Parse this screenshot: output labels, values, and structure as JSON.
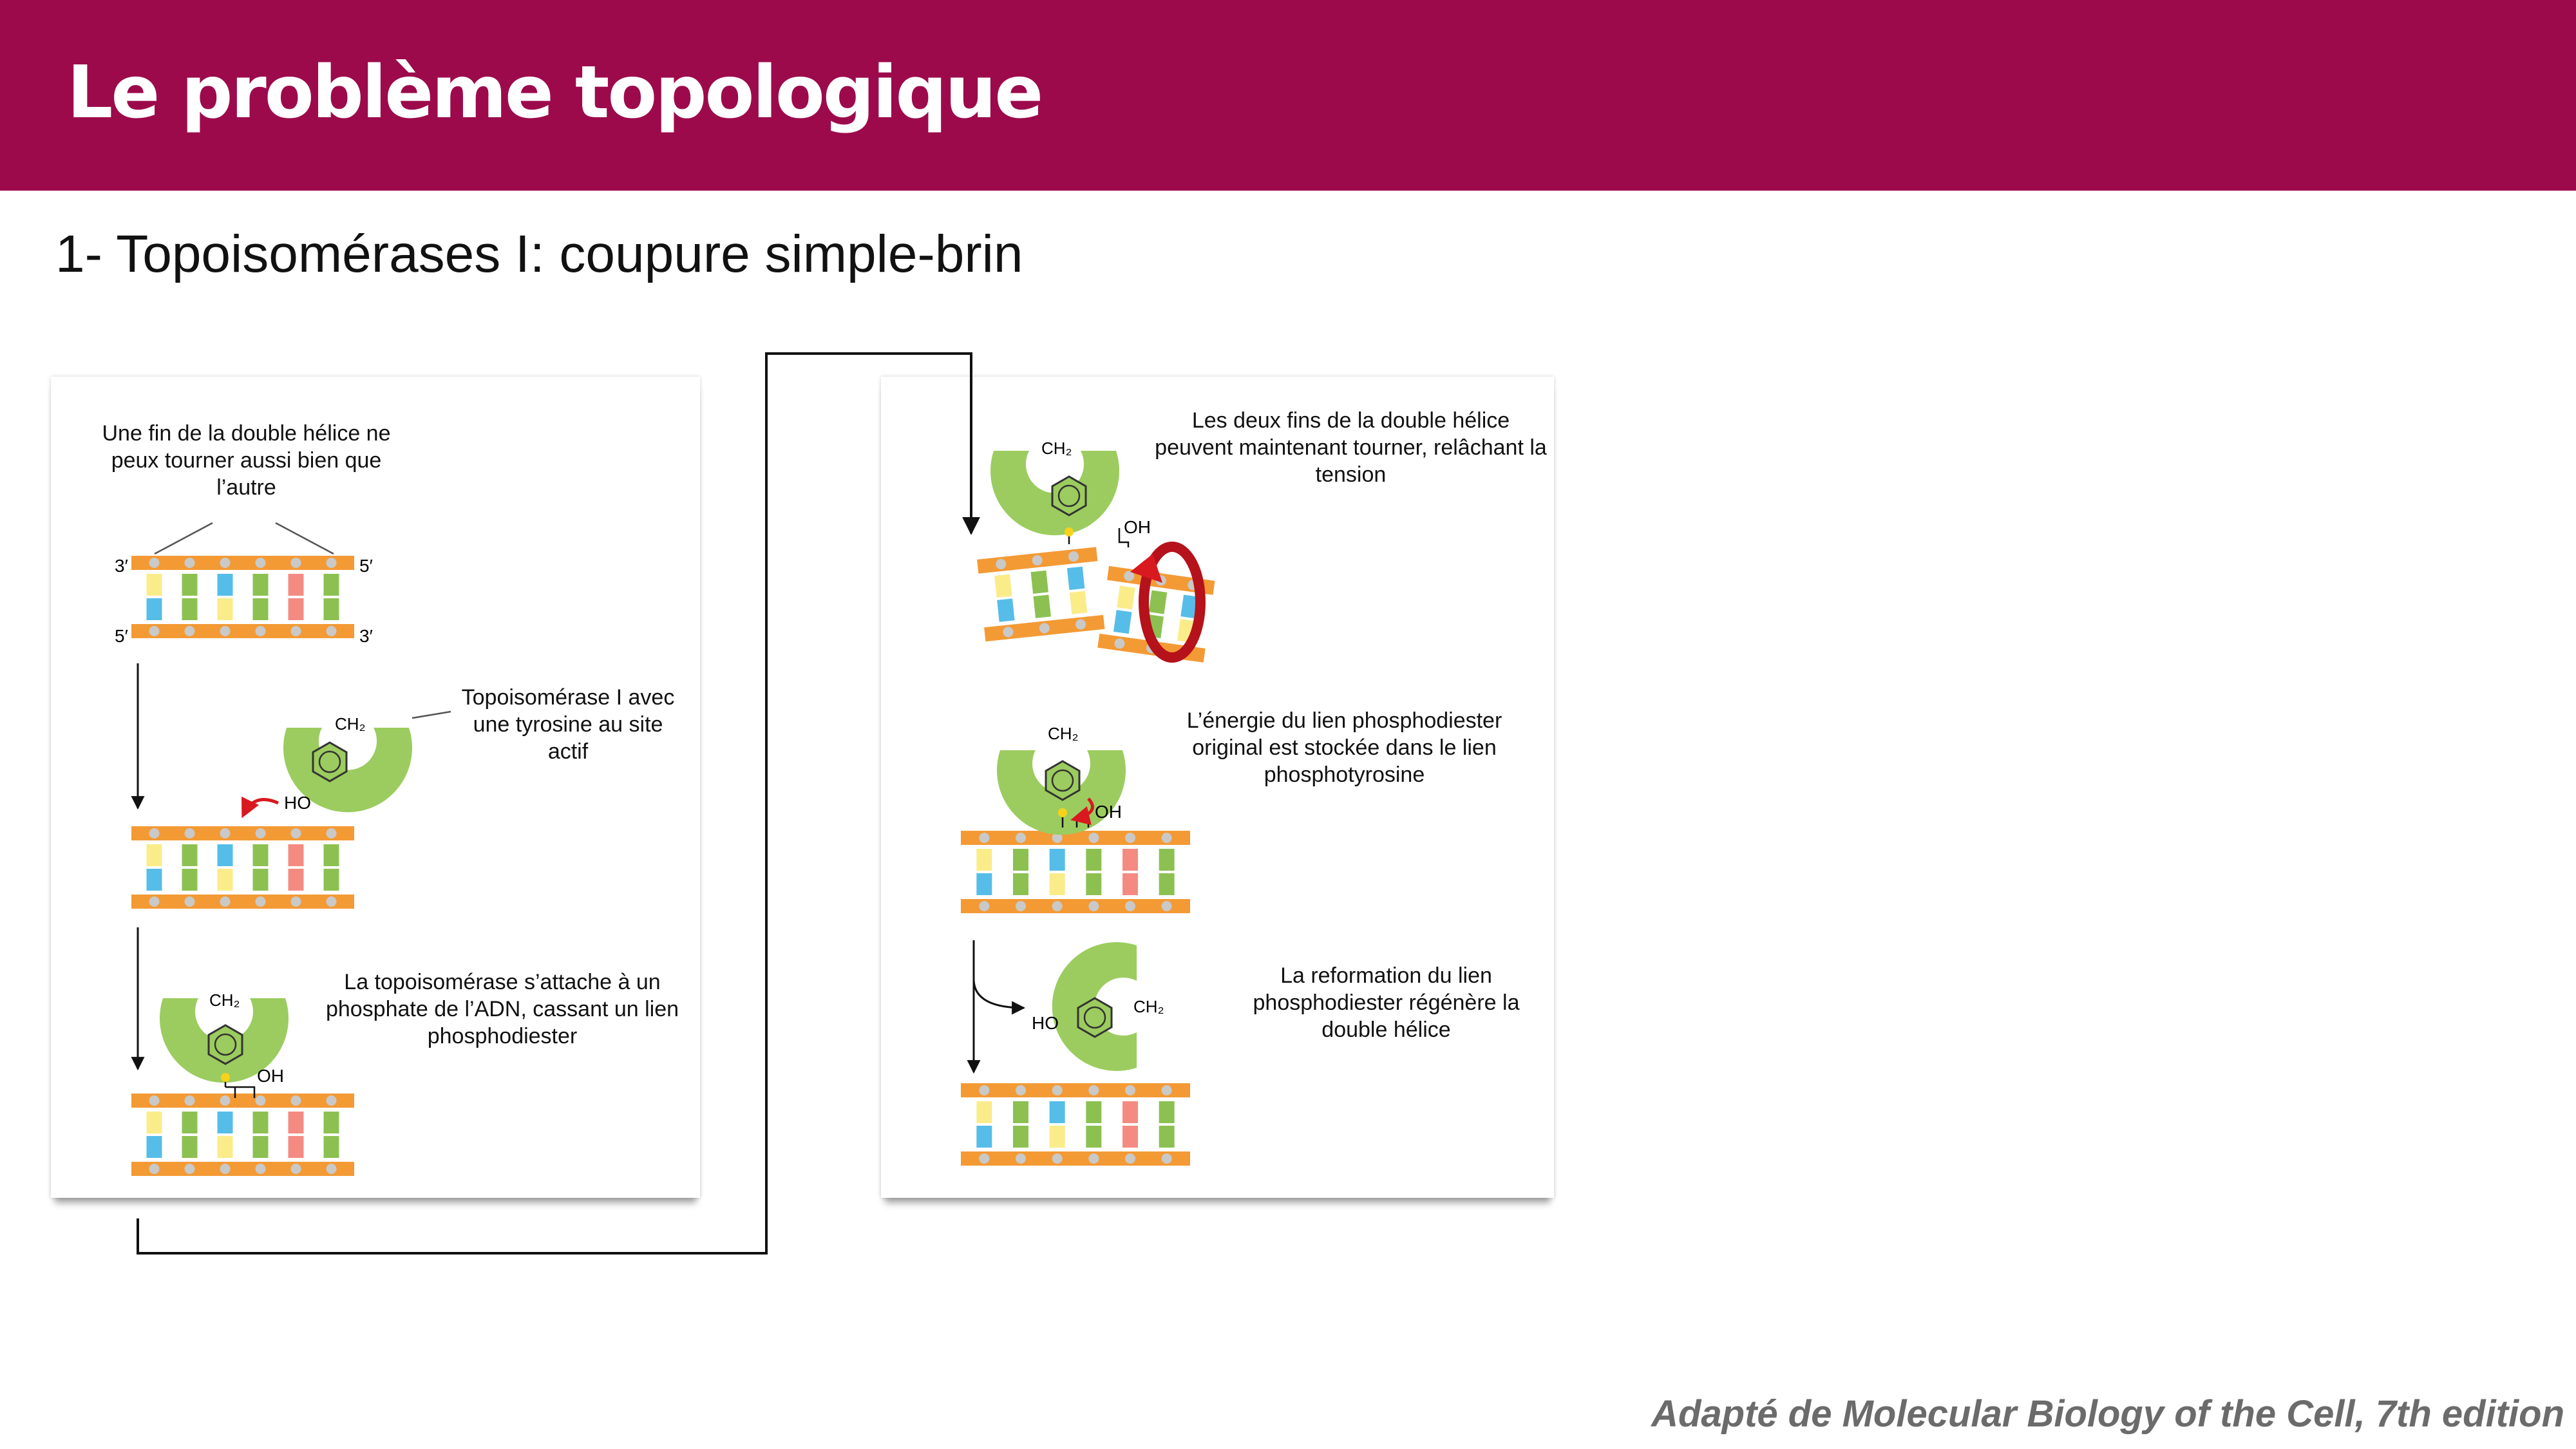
{
  "header": {
    "title": "Le problème topologique"
  },
  "subtitle": "1- Topoisomérases I: coupure simple-brin",
  "left_panel": {
    "caption_1": "Une fin de la double hélice ne peux tourner aussi bien que l’autre",
    "caption_2": "Topoisomérase I avec une tyrosine au site actif",
    "caption_3": "La topoisomérase s’attache à un phosphate de l’ADN, cassant un lien phosphodiester",
    "labels": {
      "three_prime": "3′",
      "five_prime": "5′",
      "ch2": "CH₂",
      "ho": "HO",
      "oh": "OH"
    }
  },
  "right_panel": {
    "caption_1": "Les deux fins de la double hélice peuvent maintenant tourner, relâchant la tension",
    "caption_2": "L’énergie du lien phosphodiester original est stockée dans le lien phosphotyrosine",
    "caption_3": "La reformation du lien phosphodiester régénère la double hélice",
    "labels": {
      "ch2": "CH₂",
      "ho": "HO",
      "oh": "OH"
    }
  },
  "citation": "Adapté de Molecular Biology of the Cell, 7th edition",
  "colors": {
    "header_bg": "#9c0a4c",
    "backbone": "#f39a35",
    "enzyme": "#9ccc5f",
    "arrow_red": "#d8191f",
    "base_yellow": "#fbec8a",
    "base_blue": "#56bde8",
    "base_pink": "#f48b82",
    "base_green": "#8cc152"
  }
}
